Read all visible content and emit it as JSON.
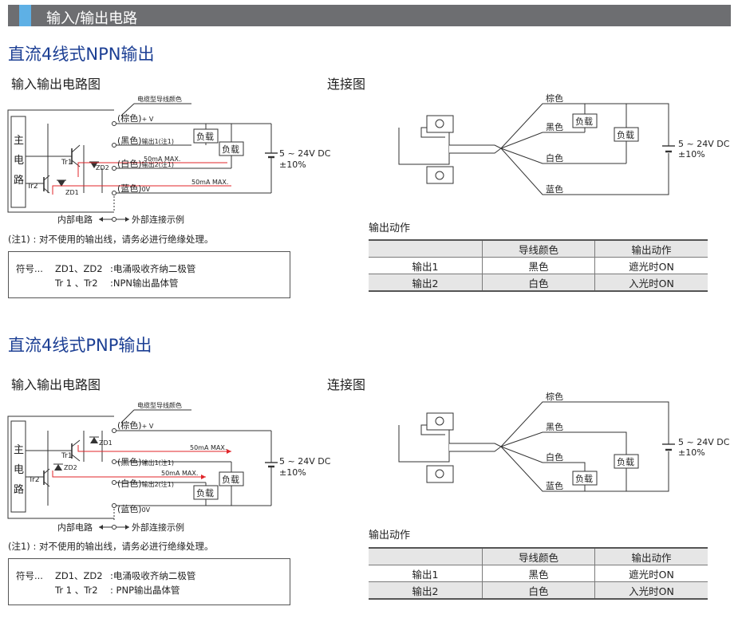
{
  "banner": {
    "title": "输入/输出电路"
  },
  "npn": {
    "title": "直流4线式NPN输出",
    "circuit_heading": "输入输出电路图",
    "connection_heading": "连接图",
    "cable_color_label": "电缆型导线颜色",
    "main_circuit_chars": [
      "主",
      "电",
      "路"
    ],
    "tr1": "Tr1",
    "tr2": "Tr2",
    "zd1": "ZD1",
    "zd2": "ZD2",
    "wire_brown": "(棕色)",
    "wire_brown_suffix": "+ V",
    "wire_black": "(黑色)",
    "wire_black_suffix": "输出1(注1)",
    "wire_white": "(白色)",
    "wire_white_suffix": "输出2(注1)",
    "wire_blue": "(蓝色)",
    "wire_blue_suffix": "0V",
    "max_current_1": "50mA MAX.",
    "max_current_2": "50mA MAX.",
    "load": "负载",
    "supply_voltage": "5 ~ 24V DC",
    "supply_tolerance": "±10%",
    "internal_label": "内部电路",
    "external_label": "外部连接示例",
    "note": "(注1) : 对不使用的输出线，请务必进行绝缘处理。",
    "symbol_prefix": "符号...",
    "symbol_line1_name": "ZD1、ZD2",
    "symbol_line1_desc": ":电涌吸收齐纳二极管",
    "symbol_line2_name": "Tr 1 、Tr2",
    "symbol_line2_desc": ":NPN输出晶体管",
    "conn_brown": "棕色",
    "conn_black": "黑色",
    "conn_white": "白色",
    "conn_blue": "蓝色",
    "output_heading": "输出动作",
    "table": {
      "headers": [
        "",
        "导线颜色",
        "输出动作"
      ],
      "rows": [
        [
          "输出1",
          "黑色",
          "遮光时ON"
        ],
        [
          "输出2",
          "白色",
          "入光时ON"
        ]
      ]
    }
  },
  "pnp": {
    "title": "直流4线式PNP输出",
    "circuit_heading": "输入输出电路图",
    "connection_heading": "连接图",
    "cable_color_label": "电缆型导线颜色",
    "main_circuit_chars": [
      "主",
      "电",
      "路"
    ],
    "tr1": "Tr1",
    "tr2": "Tr2",
    "zd1": "ZD1",
    "zd2": "ZD2",
    "wire_brown": "(棕色)",
    "wire_brown_suffix": "+ V",
    "wire_black": "(黑色)",
    "wire_black_suffix": "输出1(注1)",
    "wire_white": "(白色)",
    "wire_white_suffix": "输出2(注1)",
    "wire_blue": "(蓝色)",
    "wire_blue_suffix": "0V",
    "max_current_1": "50mA MAX.",
    "max_current_2": "50mA MAX.",
    "load": "负载",
    "supply_voltage": "5 ~ 24V DC",
    "supply_tolerance": "±10%",
    "internal_label": "内部电路",
    "external_label": "外部连接示例",
    "note": "(注1) : 对不使用的输出线，请务必进行绝缘处理。",
    "symbol_prefix": "符号...",
    "symbol_line1_name": "ZD1、ZD2",
    "symbol_line1_desc": ":电涌吸收齐纳二极管",
    "symbol_line2_name": "Tr 1 、Tr2",
    "symbol_line2_desc": ": PNP输出晶体管",
    "conn_brown": "棕色",
    "conn_black": "黑色",
    "conn_white": "白色",
    "conn_blue": "蓝色",
    "output_heading": "输出动作",
    "table": {
      "headers": [
        "",
        "导线颜色",
        "输出动作"
      ],
      "rows": [
        [
          "输出1",
          "黑色",
          "遮光时ON"
        ],
        [
          "输出2",
          "白色",
          "入光时ON"
        ]
      ]
    }
  },
  "colors": {
    "banner_bg": "#6d6e71",
    "banner_accent": "#5eb0e5",
    "title_blue": "#1c3f94",
    "current_red": "#e0252a"
  }
}
